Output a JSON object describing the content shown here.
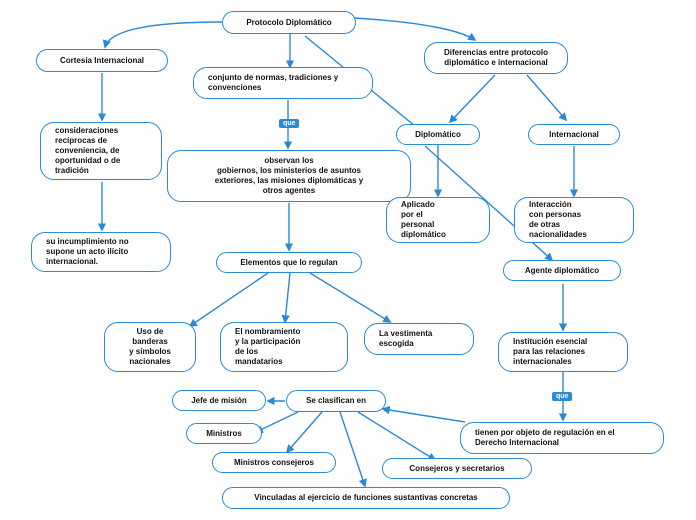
{
  "nodes": {
    "protocolo": "Protocolo Diplomático",
    "cortesia": "Cortesía Internacional",
    "conjunto": "conjunto de normas, tradiciones y\nconvenciones",
    "diferencias": "Diferencias entre protocolo\ndiplomático e internacional",
    "consideraciones": "consideraciones\nrecíprocas de\nconveniencia, de\n oportunidad o de\ntradición",
    "observan": "observan los\ngobiernos, los ministerios de asuntos\nexteriores, las misiones diplomáticas y\notros agentes",
    "diplomatico": "Diplomático",
    "internacional": "Internacional",
    "aplicado": "Aplicado\npor el\npersonal\ndiplomático",
    "interaccion": "Interacción\ncon personas\nde otras\nnacionalidades",
    "incumplimiento": "su incumplimiento no\nsupone un acto ilícito\ninternacional.",
    "elementos": "Elementos que lo regulan",
    "agente": "Agente diplomático",
    "banderas": "Uso de\nbanderas\ny símbolos\nnacionales",
    "nombramiento": "El nombramiento\ny la participación\nde los\nmandatarios",
    "vestimenta": "La vestimenta\nescogida",
    "institucion": "Institución esencial\npara las relaciones\ninternacionales",
    "jefe": "Jefe de misión",
    "clasifican": "Se clasifican en",
    "ministros": "Ministros",
    "consejeros_min": "Ministros consejeros",
    "consejeros_sec": "Consejeros y secretarios",
    "tienen": "tienen por objeto de regulación en el\nDerecho Internacional",
    "vinculadas": "Vinculadas al ejercicio de funciones sustantivas concretas"
  },
  "tags": {
    "que1": "que",
    "que2": "que"
  },
  "colors": {
    "accent": "#2a8ad4"
  }
}
